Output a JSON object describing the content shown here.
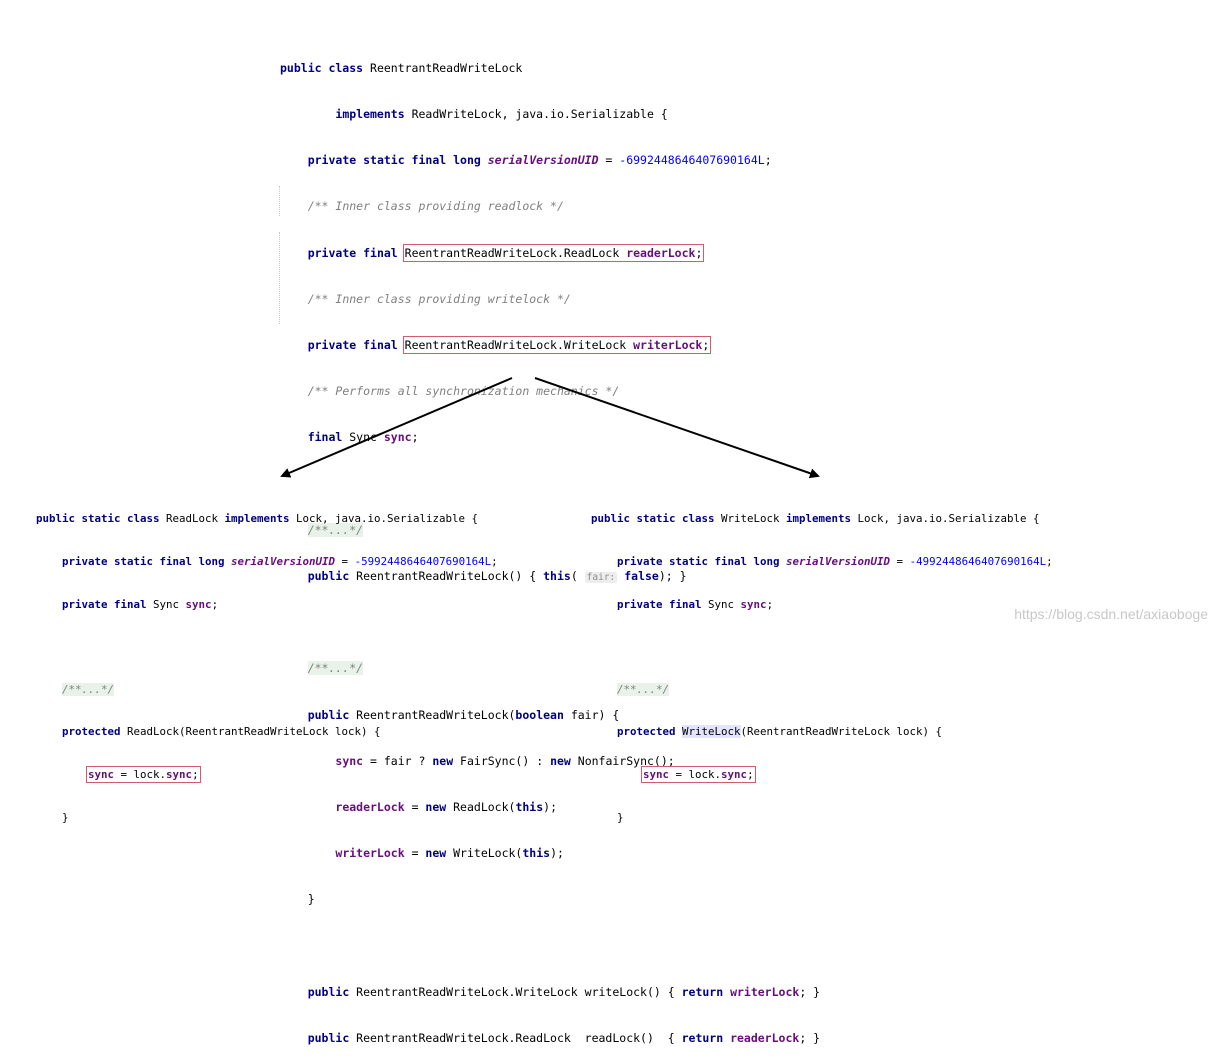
{
  "top": {
    "l1": [
      "public class ",
      "ReentrantReadWriteLock"
    ],
    "l2": [
      "implements ",
      "ReadWriteLock, java.io.Serializable {"
    ],
    "l3": [
      "private static final long ",
      "serialVersionUID",
      " = ",
      "-6992448646407690164L",
      ";"
    ],
    "l4": "/** Inner class providing readlock */",
    "l5": [
      "private final ",
      "ReentrantReadWriteLock.ReadLock ",
      "readerLock",
      ";"
    ],
    "l6": "/** Inner class providing writelock */",
    "l7": [
      "private final ",
      "ReentrantReadWriteLock.WriteLock ",
      "writerLock",
      ";"
    ],
    "l8": "/** Performs all synchronization mechanics */",
    "l9": [
      "final ",
      "Sync ",
      "sync",
      ";"
    ],
    "l10": "/**...*/",
    "l11": [
      "public ",
      "ReentrantReadWriteLock() { ",
      "this",
      "( ",
      "fair:",
      " ",
      "false",
      "); }"
    ],
    "l12": "/**...*/",
    "l13": [
      "public ",
      "ReentrantReadWriteLock(",
      "boolean",
      " fair) {"
    ],
    "l14": [
      "sync",
      " = fair ? ",
      "new ",
      "FairSync() : ",
      "new ",
      "NonfairSync();"
    ],
    "l15": [
      "readerLock",
      " = ",
      "new ",
      "ReadLock(",
      "this",
      ");"
    ],
    "l16": [
      "writerLock",
      " = ",
      "new ",
      "WriteLock(",
      "this",
      ");"
    ],
    "l17": "}",
    "l18": [
      "public ",
      "ReentrantReadWriteLock.WriteLock writeLock() { ",
      "return ",
      "writerLock",
      "; }"
    ],
    "l19": [
      "public ",
      "ReentrantReadWriteLock.ReadLock  readLock()  { ",
      "return ",
      "readerLock",
      "; }"
    ]
  },
  "left": {
    "l1": [
      "public static class ",
      "ReadLock ",
      "implements ",
      "Lock, java.io.Serializable {"
    ],
    "l2": [
      "private static final long ",
      "serialVersionUID",
      " = ",
      "-5992448646407690164L",
      ";"
    ],
    "l3": [
      "private final ",
      "Sync ",
      "sync",
      ";"
    ],
    "l4": "/**...*/",
    "l5": [
      "protected ",
      "ReadLock",
      "(ReentrantReadWriteLock lock) {"
    ],
    "l6": [
      "sync",
      " = lock.",
      "sync",
      ";"
    ],
    "l7": "}"
  },
  "right": {
    "l1": [
      "public static class ",
      "WriteLock ",
      "implements ",
      "Lock, java.io.Serializable {"
    ],
    "l2": [
      "private static final long ",
      "serialVersionUID",
      " = ",
      "-4992448646407690164L",
      ";"
    ],
    "l3": [
      "private final ",
      "Sync ",
      "sync",
      ";"
    ],
    "l4": "/**...*/",
    "l5": [
      "protected ",
      "WriteLock",
      "(ReentrantReadWriteLock lock) {"
    ],
    "l6": [
      "sync",
      " = lock.",
      "sync",
      ";"
    ],
    "l7": "}"
  },
  "watermark": "https://blog.csdn.net/axiaoboge",
  "colors": {
    "keyword": "#000080",
    "field": "#660e7a",
    "number": "#0000ff",
    "comment": "#808080",
    "box": "#d25c6d"
  }
}
